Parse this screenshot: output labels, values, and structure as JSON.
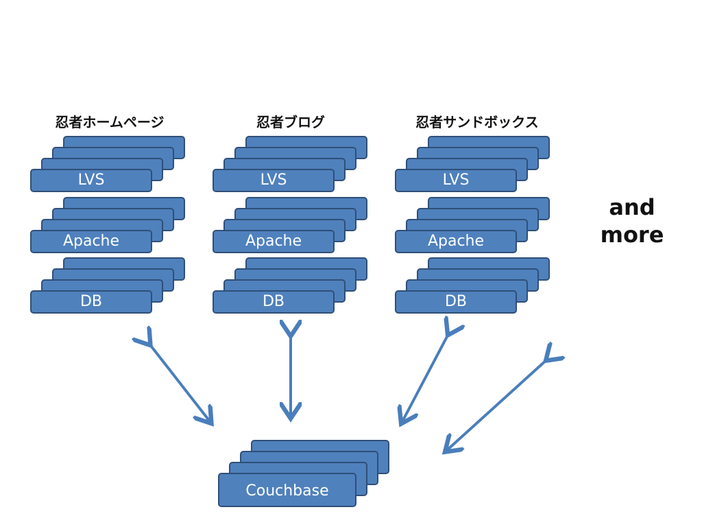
{
  "columns": [
    {
      "title": "忍者ホームページ",
      "layers": [
        "LVS",
        "Apache",
        "DB"
      ]
    },
    {
      "title": "忍者ブログ",
      "layers": [
        "LVS",
        "Apache",
        "DB"
      ]
    },
    {
      "title": "忍者サンドボックス",
      "layers": [
        "LVS",
        "Apache",
        "DB"
      ]
    }
  ],
  "extra_label": "and more",
  "shared_backend": {
    "label": "Couchbase"
  },
  "colors": {
    "box_fill": "#4f81bd",
    "box_border": "#2f4f77",
    "arrow": "#4a7ebb"
  }
}
